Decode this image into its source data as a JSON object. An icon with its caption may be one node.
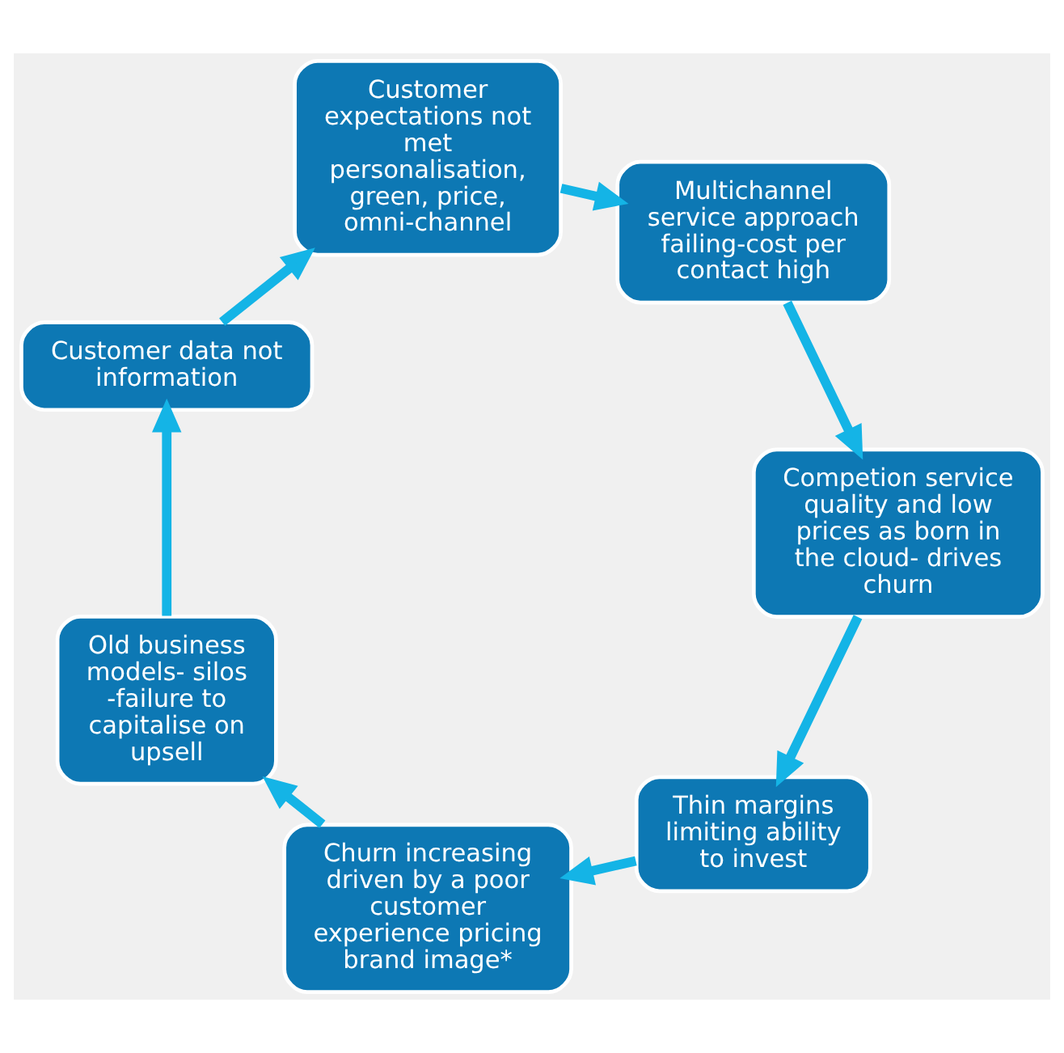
{
  "diagram": {
    "nodes": [
      {
        "text": [
          "Thin margins limiting ability to invest"
        ]
      },
      {
        "text": [
          "Churn increasing driven by a poor customer experience pricing brand image*"
        ]
      },
      {
        "text": [
          "Old business models- silos -failure to capitalise on upsell"
        ]
      },
      {
        "text": [
          "Customer data not information"
        ]
      },
      {
        "text": [
          "Customer expectations not met personalisation, green, price, omni-channel"
        ]
      },
      {
        "text": [
          "Multichannel service approach failing-cost per contact high"
        ]
      },
      {
        "text": [
          "Competion service quality and low prices as born in the cloud- drives churn"
        ]
      }
    ],
    "edges": [
      {
        "from": 0,
        "to": 1,
        "arrow": "to"
      },
      {
        "from": 1,
        "to": 2,
        "arrow": "to"
      },
      {
        "from": 2,
        "to": 3,
        "arrow": "to"
      },
      {
        "from": 3,
        "to": 4,
        "arrow": "to"
      },
      {
        "from": 4,
        "to": 5,
        "arrow": "to"
      },
      {
        "from": 5,
        "to": 6,
        "arrow": "to"
      },
      {
        "from": 6,
        "to": 0,
        "arrow": "to"
      }
    ]
  }
}
